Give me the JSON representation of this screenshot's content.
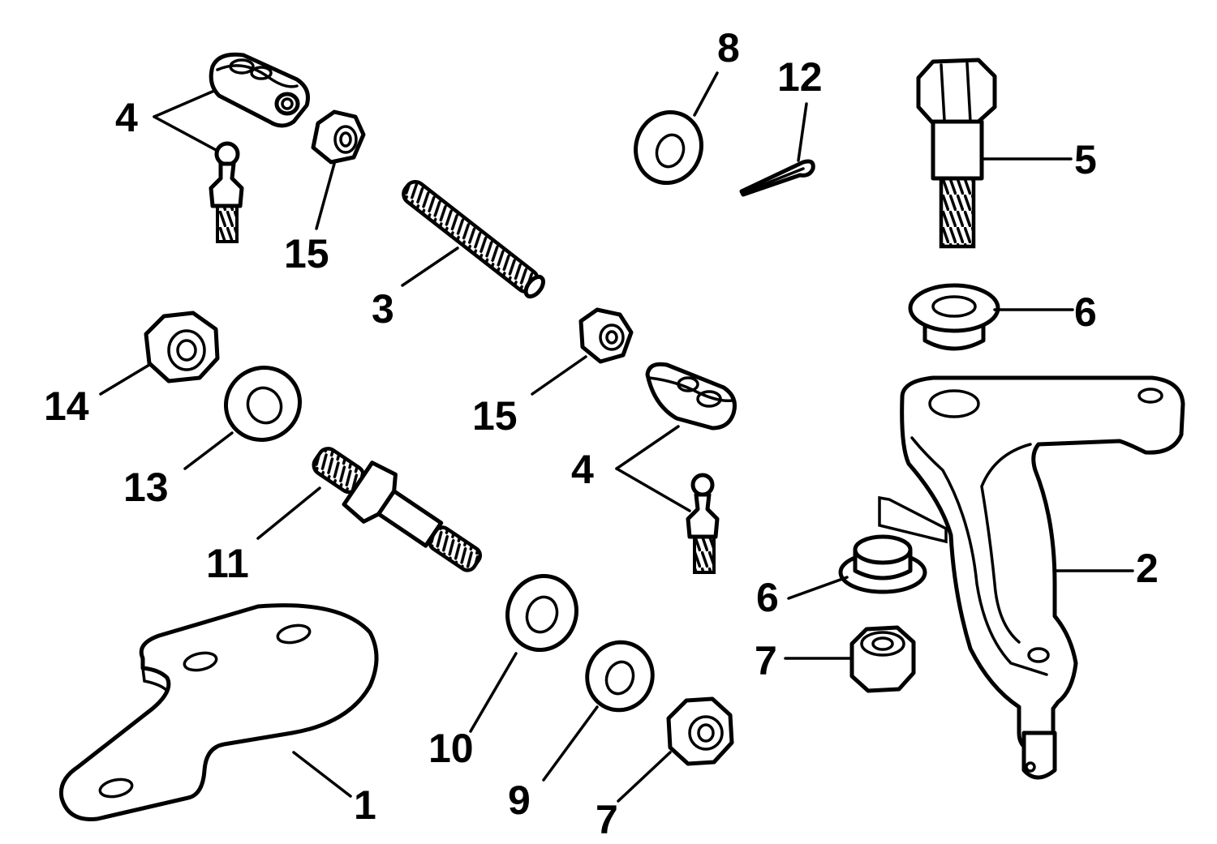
{
  "diagram": {
    "callouts": {
      "c1": "1",
      "c2": "2",
      "c3": "3",
      "c4a": "4",
      "c4b": "4",
      "c5": "5",
      "c6a": "6",
      "c6b": "6",
      "c7a": "7",
      "c7b": "7",
      "c8": "8",
      "c9": "9",
      "c10": "10",
      "c11": "11",
      "c12": "12",
      "c13": "13",
      "c14": "14",
      "c15a": "15",
      "c15b": "15"
    }
  }
}
